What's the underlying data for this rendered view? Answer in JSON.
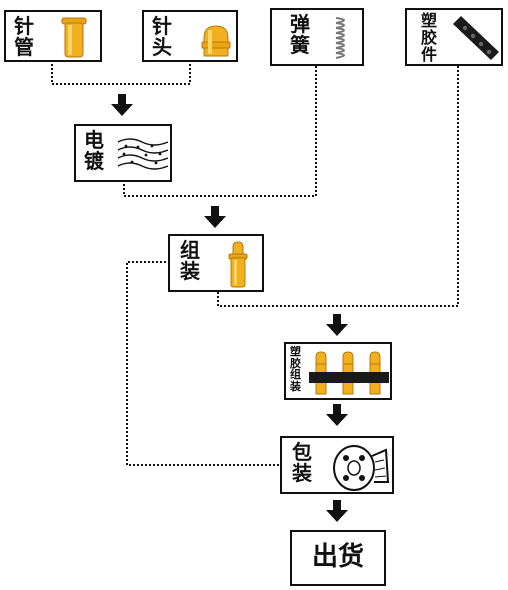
{
  "process": {
    "needle_tube": {
      "line1": "针",
      "line2": "管",
      "icon": "needle-tube-icon"
    },
    "needle_head": {
      "line1": "针",
      "line2": "头",
      "icon": "needle-head-icon"
    },
    "spring": {
      "line1": "弹",
      "line2": "簧",
      "icon": "spring-icon"
    },
    "plastic": {
      "line1": "塑",
      "line2": "胶",
      "line3": "件",
      "icon": "plastic-strip-icon"
    },
    "plating": {
      "line1": "电",
      "line2": "镀",
      "icon": "plating-bath-icon"
    },
    "assembly": {
      "line1": "组",
      "line2": "装",
      "icon": "pogo-pin-icon"
    },
    "plastic_assembly": {
      "line1": "塑",
      "line2": "胶",
      "line3": "组",
      "line4": "装",
      "icon": "pin-strip-icon"
    },
    "packaging": {
      "line1": "包",
      "line2": "装",
      "icon": "tape-reel-icon"
    },
    "shipment": {
      "label": "出货"
    }
  },
  "colors": {
    "gold": "#e8a317",
    "gold_dark": "#b97a0a",
    "line": "#111111"
  }
}
